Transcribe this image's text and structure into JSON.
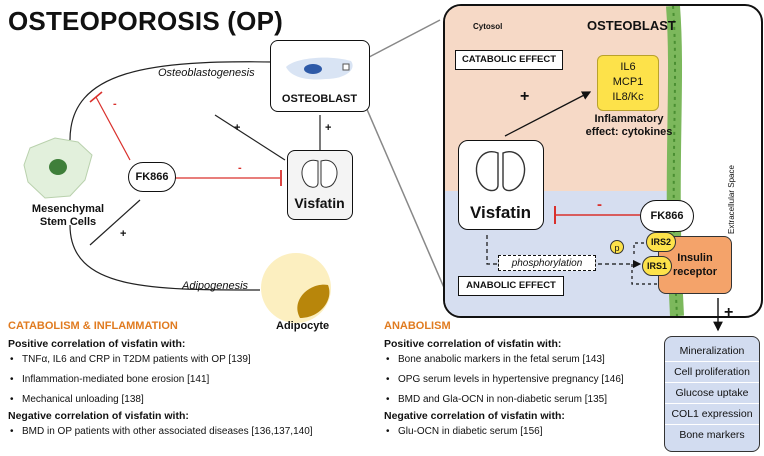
{
  "title": "OSTEOPOROSIS (OP)",
  "left_diagram": {
    "msc_label": "Mesenchymal\nStem Cells",
    "osteoblastogenesis": "Osteoblastogenesis",
    "adipogenesis": "Adipogenesis",
    "osteoblast": "OSTEOBLAST",
    "adipocyte": "Adipocyte",
    "fk866": "FK866",
    "visfatin": "Visfatin",
    "plus": "+",
    "minus": "-"
  },
  "cell_panel": {
    "cytosol": "Cytosol",
    "osteoblast": "OSTEOBLAST",
    "extracellular": "Extracellular Space",
    "catabolic_effect": "CATABOLIC EFFECT",
    "anabolic_effect": "ANABOLIC EFFECT",
    "cytokines": [
      "IL6",
      "MCP1",
      "IL8/Kc"
    ],
    "inflammatory": "Inflammatory\neffect: cytokines",
    "visfatin": "Visfatin",
    "fk866": "FK866",
    "phosphorylation": "phosphorylation",
    "p": "p",
    "irs2": "IRS2",
    "irs1": "IRS1",
    "insulin_receptor": "Insulin\nreceptor",
    "plus": "+",
    "minus": "-"
  },
  "effects": [
    "Mineralization",
    "Cell proliferation",
    "Glucose uptake",
    "COL1 expression",
    "Bone markers"
  ],
  "effects_plus": "+",
  "catabolism": {
    "title": "CATABOLISM & INFLAMMATION",
    "positive_heading": "Positive correlation of visfatin with:",
    "positive": [
      "TNFα, IL6 and CRP in T2DM patients with OP [139]",
      "Inflammation-mediated bone erosion [141]",
      "Mechanical unloading [138]"
    ],
    "negative_heading": "Negative correlation of visfatin with:",
    "negative": [
      "BMD in OP patients with other associated diseases [136,137,140]"
    ]
  },
  "anabolism": {
    "title": "ANABOLISM",
    "positive_heading": "Positive correlation of visfatin with:",
    "positive": [
      "Bone anabolic markers in the fetal serum [143]",
      "OPG serum levels in hypertensive pregnancy [146]",
      "BMD and Gla-OCN in non-diabetic serum [135]"
    ],
    "negative_heading": "Negative correlation of visfatin with:",
    "negative": [
      "Glu-OCN in diabetic serum [156]"
    ]
  },
  "colors": {
    "accent_orange": "#e07b20",
    "catabolic_bg": "#f6d9c6",
    "anabolic_bg": "#d6def0",
    "cytokine_fill": "#fde24a",
    "receptor_fill": "#f4a36a",
    "effects_fill": "#d2dcf0",
    "inhibit_red": "#d9302c"
  }
}
